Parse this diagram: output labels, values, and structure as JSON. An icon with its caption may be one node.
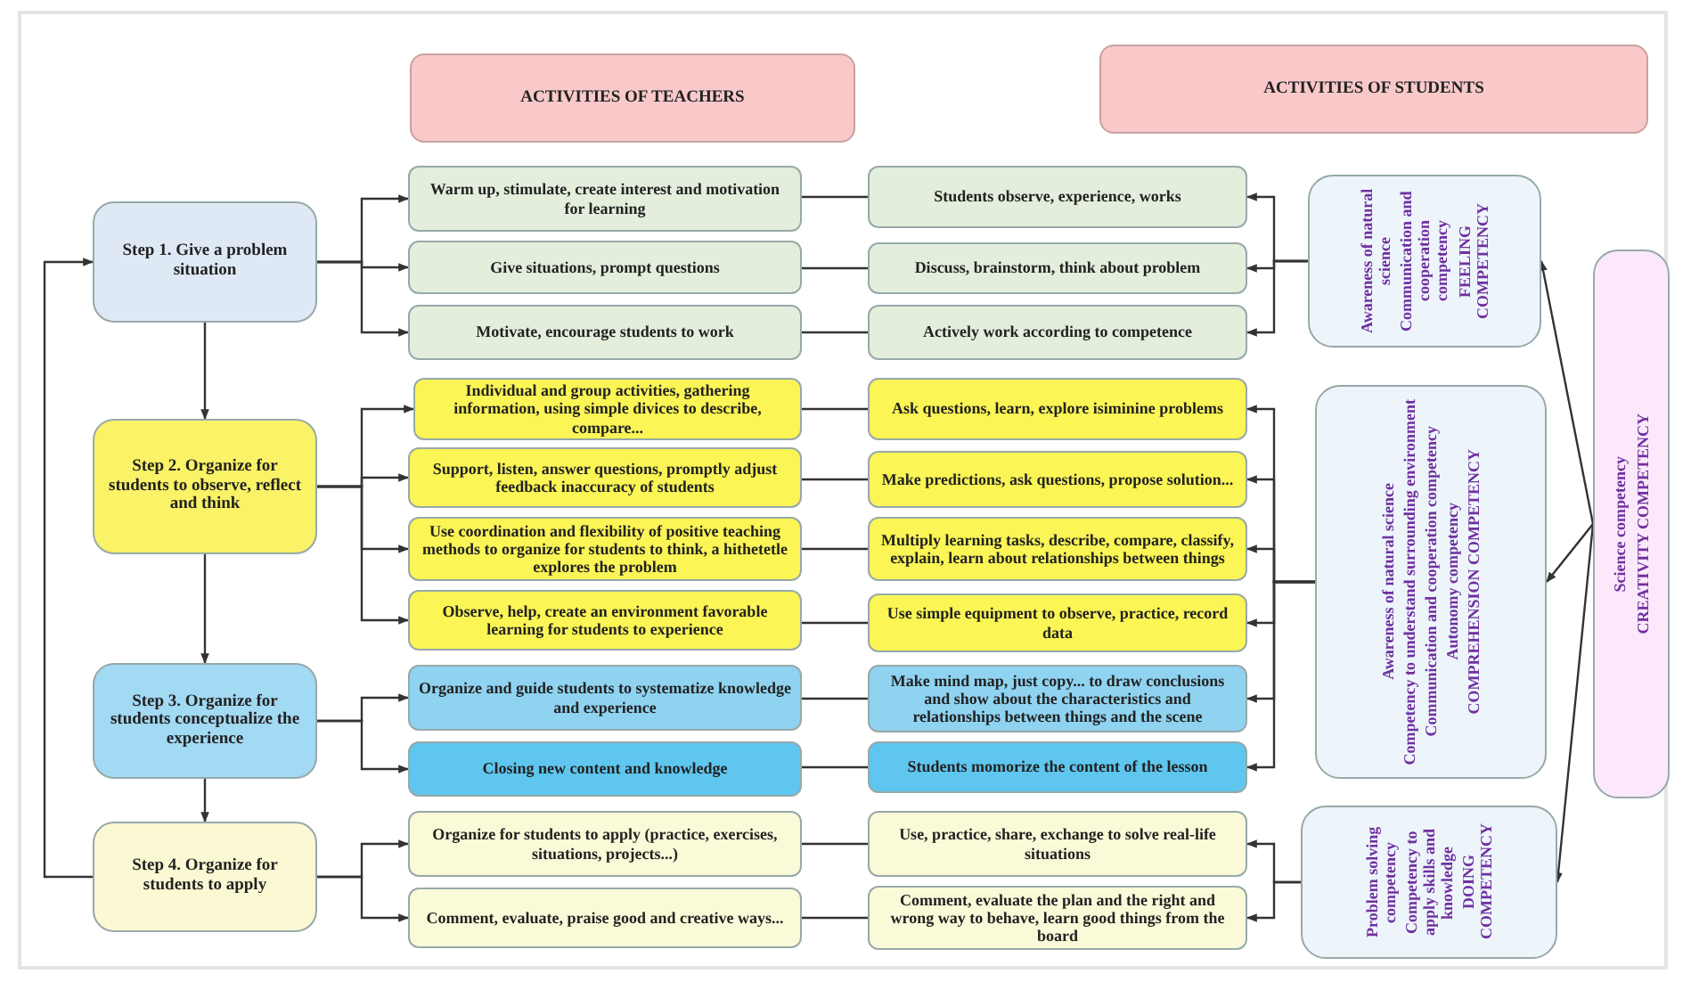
{
  "diagram": {
    "nodes": [
      {
        "text": [
          "ACTIVITIES OF TEACHERS"
        ]
      },
      {
        "text": [
          "ACTIVITIES OF STUDENTS"
        ]
      },
      {
        "text": [
          "Step 1. Give a problem situation"
        ]
      },
      {
        "text": [
          "Step 2. Organize for students to observe, reflect and think"
        ]
      },
      {
        "text": [
          "Step 3. Organize for students conceptualize the experience"
        ]
      },
      {
        "text": [
          "Step 4. Organize for students to apply"
        ]
      },
      {
        "text": [
          "Warm up, stimulate, create interest and motivation for learning"
        ]
      },
      {
        "text": [
          "Give situations, prompt questions"
        ]
      },
      {
        "text": [
          "Motivate, encourage students to work"
        ]
      },
      {
        "text": [
          "Individual and group activities, gathering information, using simple divices to describe, compare..."
        ]
      },
      {
        "text": [
          "Support, listen, answer questions, promptly adjust feedback inaccuracy of students"
        ]
      },
      {
        "text": [
          "Use coordination and flexibility of positive teaching methods to organize for students to think, a hithetetle explores the problem"
        ]
      },
      {
        "text": [
          "Observe, help, create an environment favorable learning for students to experience"
        ]
      },
      {
        "text": [
          "Organize and guide students to systematize knowledge and experience"
        ]
      },
      {
        "text": [
          "Closing new content and knowledge"
        ]
      },
      {
        "text": [
          "Organize for students to apply (practice, exercises, situations, projects...)"
        ]
      },
      {
        "text": [
          "Comment, evaluate, praise good and creative ways..."
        ]
      },
      {
        "text": [
          "Students observe, experience, works"
        ]
      },
      {
        "text": [
          "Discuss, brainstorm, think about problem"
        ]
      },
      {
        "text": [
          "Actively work according to competence"
        ]
      },
      {
        "text": [
          "Ask questions, learn, explore isiminine problems"
        ]
      },
      {
        "text": [
          "Make predictions, ask questions, propose solution..."
        ]
      },
      {
        "text": [
          "Multiply learning tasks, describe, compare, classify, explain, learn about relationships between things"
        ]
      },
      {
        "text": [
          "Use simple equipment to observe, practice, record data"
        ]
      },
      {
        "text": [
          "Make mind map, just copy... to draw conclusions and show about the characteristics and relationships between things and the scene"
        ]
      },
      {
        "text": [
          "Students momorize the content of the lesson"
        ]
      },
      {
        "text": [
          "Use, practice, share, exchange to solve real-life situations"
        ]
      },
      {
        "text": [
          "Comment, evaluate the plan and the right and wrong way to behave, learn good things from the board"
        ]
      },
      {
        "text": [
          "Awareness of natural science",
          "Communication and cooperation competency",
          "FEELING COMPETENCY"
        ]
      },
      {
        "text": [
          "Awareness of natural science",
          "Competency to understand surrounding environment",
          "Communication and cooperation competency",
          "Autonomy competency",
          "COMPREHENSION COMPETENCY"
        ]
      },
      {
        "text": [
          "Problem solving competency",
          "Competency to apply skills and knowledge",
          "DOING COMPETENCY"
        ]
      },
      {
        "text": [
          "Science competency",
          "CREATIVITY COMPETENCY"
        ]
      }
    ],
    "edges": [
      {
        "from": 2,
        "to": 3,
        "arrow": "to"
      },
      {
        "from": 3,
        "to": 4,
        "arrow": "to"
      },
      {
        "from": 4,
        "to": 5,
        "arrow": "to"
      },
      {
        "from": 5,
        "to": 2,
        "arrow": "to"
      },
      {
        "from": 2,
        "to": 6,
        "arrow": "to"
      },
      {
        "from": 2,
        "to": 7,
        "arrow": "to"
      },
      {
        "from": 2,
        "to": 8,
        "arrow": "to"
      },
      {
        "from": 3,
        "to": 9,
        "arrow": "to"
      },
      {
        "from": 3,
        "to": 10,
        "arrow": "to"
      },
      {
        "from": 3,
        "to": 11,
        "arrow": "to"
      },
      {
        "from": 3,
        "to": 12,
        "arrow": "to"
      },
      {
        "from": 4,
        "to": 13,
        "arrow": "to"
      },
      {
        "from": 4,
        "to": 14,
        "arrow": "to"
      },
      {
        "from": 5,
        "to": 15,
        "arrow": "to"
      },
      {
        "from": 5,
        "to": 16,
        "arrow": "to"
      },
      {
        "from": 6,
        "to": 17,
        "arrow": "none"
      },
      {
        "from": 7,
        "to": 18,
        "arrow": "none"
      },
      {
        "from": 8,
        "to": 19,
        "arrow": "none"
      },
      {
        "from": 9,
        "to": 20,
        "arrow": "none"
      },
      {
        "from": 10,
        "to": 21,
        "arrow": "none"
      },
      {
        "from": 11,
        "to": 22,
        "arrow": "none"
      },
      {
        "from": 12,
        "to": 23,
        "arrow": "none"
      },
      {
        "from": 13,
        "to": 24,
        "arrow": "none"
      },
      {
        "from": 14,
        "to": 25,
        "arrow": "none"
      },
      {
        "from": 15,
        "to": 26,
        "arrow": "none"
      },
      {
        "from": 16,
        "to": 27,
        "arrow": "none"
      },
      {
        "from": 28,
        "to": 17,
        "arrow": "to"
      },
      {
        "from": 28,
        "to": 18,
        "arrow": "to"
      },
      {
        "from": 28,
        "to": 19,
        "arrow": "to"
      },
      {
        "from": 29,
        "to": 20,
        "arrow": "to"
      },
      {
        "from": 29,
        "to": 21,
        "arrow": "to"
      },
      {
        "from": 29,
        "to": 22,
        "arrow": "to"
      },
      {
        "from": 29,
        "to": 23,
        "arrow": "to"
      },
      {
        "from": 29,
        "to": 24,
        "arrow": "to"
      },
      {
        "from": 29,
        "to": 25,
        "arrow": "to"
      },
      {
        "from": 30,
        "to": 26,
        "arrow": "to"
      },
      {
        "from": 30,
        "to": 27,
        "arrow": "to"
      },
      {
        "from": 31,
        "to": 28,
        "arrow": "to"
      },
      {
        "from": 31,
        "to": 29,
        "arrow": "to"
      },
      {
        "from": 31,
        "to": 30,
        "arrow": "to"
      }
    ]
  }
}
